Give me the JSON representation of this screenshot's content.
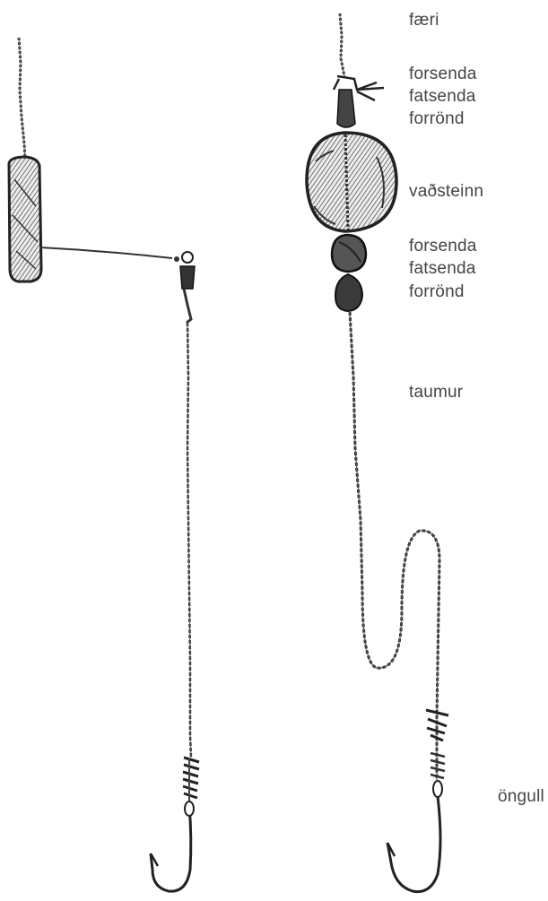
{
  "labels": {
    "faeri": "færi",
    "group1": [
      "forsenda",
      "fatsenda",
      "forrönd"
    ],
    "vadsteinn": "vaðsteinn",
    "group2": [
      "forsenda",
      "fatsenda",
      "forrönd"
    ],
    "taumur": "taumur",
    "ongull": "öngull"
  }
}
